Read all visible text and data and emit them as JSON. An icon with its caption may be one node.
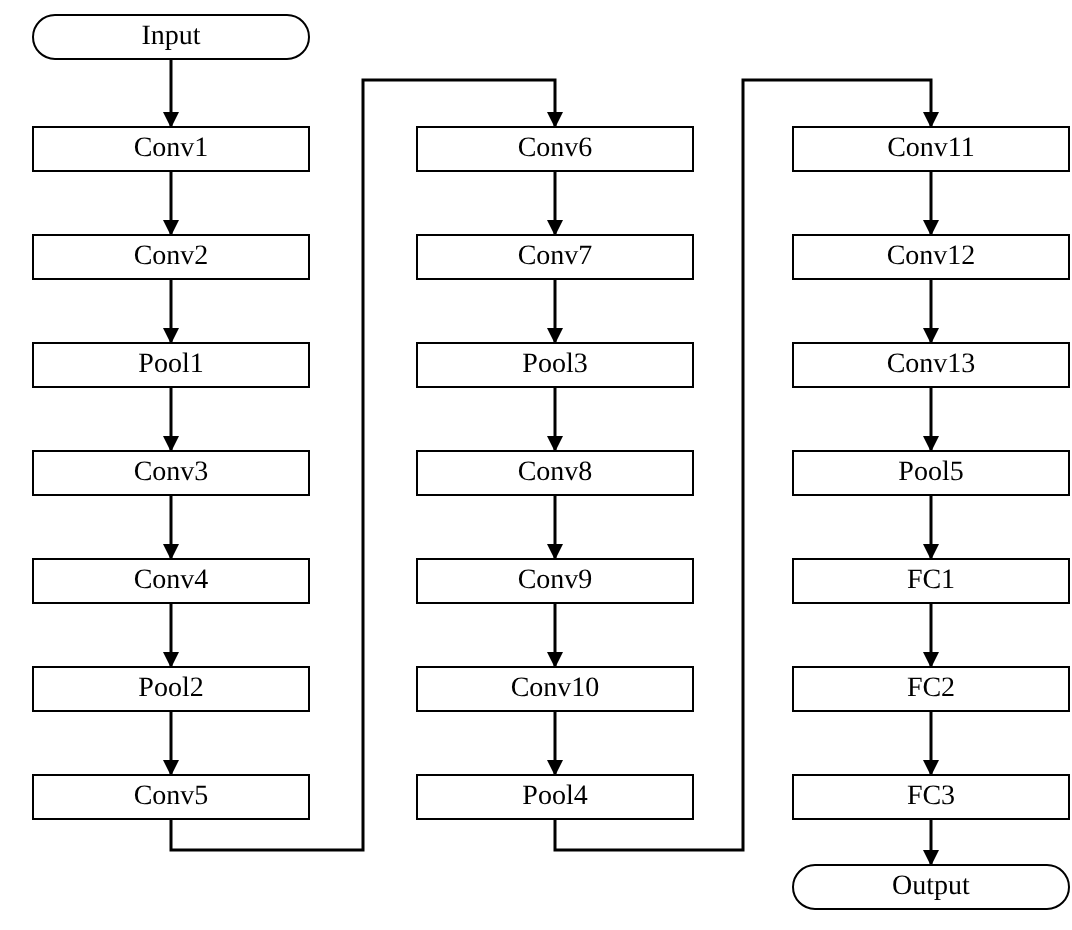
{
  "diagram": {
    "nodes": [
      {
        "text": [
          "Input"
        ]
      },
      {
        "text": [
          "Conv1"
        ]
      },
      {
        "text": [
          "Conv2"
        ]
      },
      {
        "text": [
          "Pool1"
        ]
      },
      {
        "text": [
          "Conv3"
        ]
      },
      {
        "text": [
          "Conv4"
        ]
      },
      {
        "text": [
          "Pool2"
        ]
      },
      {
        "text": [
          "Conv5"
        ]
      },
      {
        "text": [
          "Conv6"
        ]
      },
      {
        "text": [
          "Conv7"
        ]
      },
      {
        "text": [
          "Pool3"
        ]
      },
      {
        "text": [
          "Conv8"
        ]
      },
      {
        "text": [
          "Conv9"
        ]
      },
      {
        "text": [
          "Conv10"
        ]
      },
      {
        "text": [
          "Pool4"
        ]
      },
      {
        "text": [
          "Conv11"
        ]
      },
      {
        "text": [
          "Conv12"
        ]
      },
      {
        "text": [
          "Conv13"
        ]
      },
      {
        "text": [
          "Pool5"
        ]
      },
      {
        "text": [
          "FC1"
        ]
      },
      {
        "text": [
          "FC2"
        ]
      },
      {
        "text": [
          "FC3"
        ]
      },
      {
        "text": [
          "Output"
        ]
      }
    ],
    "edges": [
      {
        "from": 0,
        "to": 1,
        "arrow": "to"
      },
      {
        "from": 1,
        "to": 2,
        "arrow": "to"
      },
      {
        "from": 2,
        "to": 3,
        "arrow": "to"
      },
      {
        "from": 3,
        "to": 4,
        "arrow": "to"
      },
      {
        "from": 4,
        "to": 5,
        "arrow": "to"
      },
      {
        "from": 5,
        "to": 6,
        "arrow": "to"
      },
      {
        "from": 6,
        "to": 7,
        "arrow": "to"
      },
      {
        "from": 7,
        "to": 8,
        "arrow": "to"
      },
      {
        "from": 8,
        "to": 9,
        "arrow": "to"
      },
      {
        "from": 9,
        "to": 10,
        "arrow": "to"
      },
      {
        "from": 10,
        "to": 11,
        "arrow": "to"
      },
      {
        "from": 11,
        "to": 12,
        "arrow": "to"
      },
      {
        "from": 12,
        "to": 13,
        "arrow": "to"
      },
      {
        "from": 13,
        "to": 14,
        "arrow": "to"
      },
      {
        "from": 14,
        "to": 15,
        "arrow": "to"
      },
      {
        "from": 15,
        "to": 16,
        "arrow": "to"
      },
      {
        "from": 16,
        "to": 17,
        "arrow": "to"
      },
      {
        "from": 17,
        "to": 18,
        "arrow": "to"
      },
      {
        "from": 18,
        "to": 19,
        "arrow": "to"
      },
      {
        "from": 19,
        "to": 20,
        "arrow": "to"
      },
      {
        "from": 20,
        "to": 21,
        "arrow": "to"
      },
      {
        "from": 21,
        "to": 22,
        "arrow": "to"
      }
    ]
  }
}
